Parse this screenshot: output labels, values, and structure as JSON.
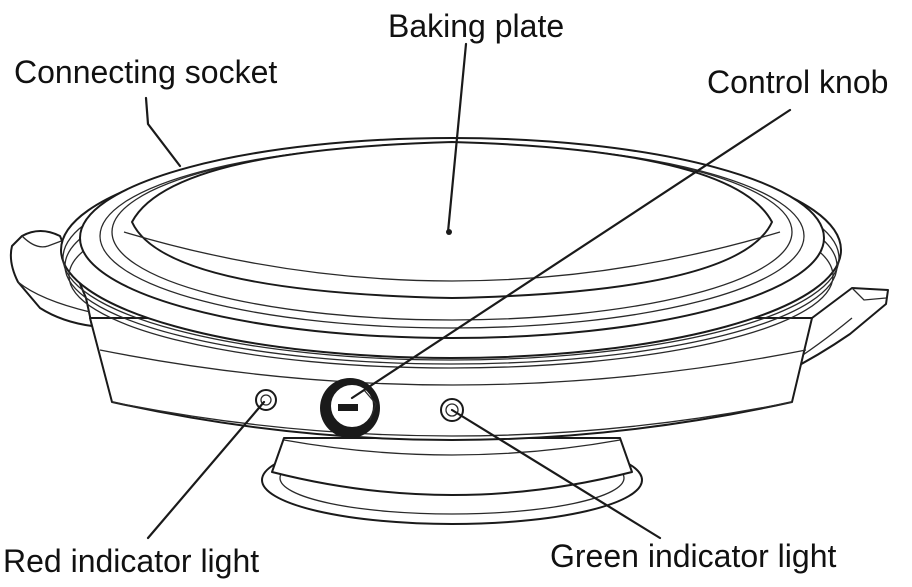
{
  "labels": {
    "baking_plate": "Baking plate",
    "connecting_socket": "Connecting socket",
    "control_knob": "Control knob",
    "red_indicator_light": "Red indicator light",
    "green_indicator_light": "Green indicator light"
  },
  "colors": {
    "line": "#1a1a1a",
    "background": "#ffffff"
  }
}
